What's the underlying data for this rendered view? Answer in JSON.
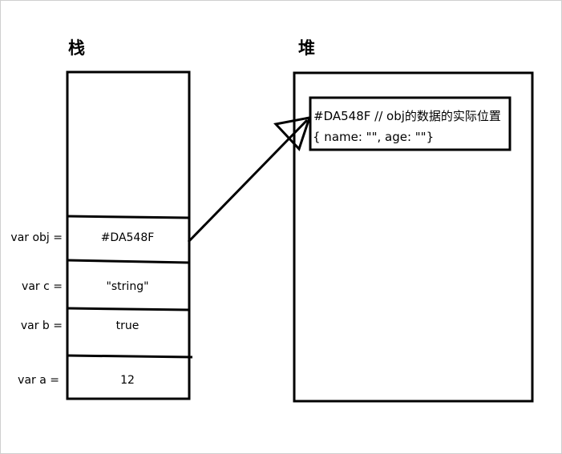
{
  "stack": {
    "title": "栈",
    "slots": [
      {
        "label": "var obj =",
        "value": "#DA548F"
      },
      {
        "label": "var c =",
        "value": "\"string\""
      },
      {
        "label": "var b =",
        "value": "true"
      },
      {
        "label": "var a =",
        "value": "12"
      }
    ]
  },
  "heap": {
    "title": "堆",
    "object": {
      "line1": "#DA548F // obj的数据的实际位置",
      "line2": "{ name: \"\", age: \"\"}"
    }
  }
}
